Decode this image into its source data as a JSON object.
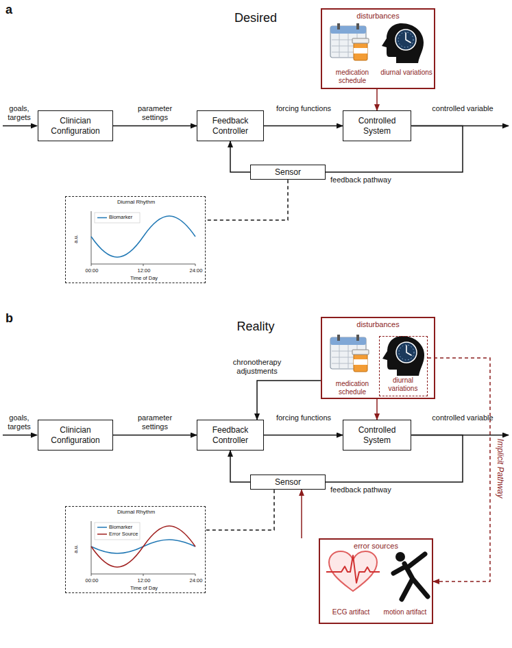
{
  "diagram": {
    "nodes": [
      {
        "text": [
          "Clinician Configuration"
        ]
      },
      {
        "text": [
          "Feedback Controller"
        ]
      },
      {
        "text": [
          "Controlled System"
        ]
      },
      {
        "text": [
          "Sensor"
        ]
      },
      {
        "text": [
          "disturbances",
          "medication schedule",
          "diurnal variations"
        ]
      },
      {
        "text": [
          "Diurnal Rhythm",
          "a.u.",
          "00:00",
          "12:00",
          "24:00",
          "Time of Day"
        ]
      },
      {
        "text": [
          "Clinician Configuration"
        ]
      },
      {
        "text": [
          "Feedback Controller"
        ]
      },
      {
        "text": [
          "Controlled System"
        ]
      },
      {
        "text": [
          "Sensor"
        ]
      },
      {
        "text": [
          "disturbances",
          "medication schedule"
        ]
      },
      {
        "text": [
          "diurnal variations"
        ],
        "in": 10
      },
      {
        "text": [
          "Diurnal Rhythm",
          "a.u.",
          "00:00",
          "12:00",
          "24:00",
          "Time of Day"
        ]
      },
      {
        "text": [
          "error sources",
          "ECG artifact",
          "motion artifact"
        ]
      }
    ],
    "edges": [
      {
        "from": 0,
        "to": 1,
        "arrow": "to",
        "label": "parameter settings"
      },
      {
        "from": 1,
        "to": 2,
        "arrow": "to",
        "label": "forcing functions"
      },
      {
        "from": 4,
        "to": 2,
        "arrow": "to"
      },
      {
        "from": 2,
        "to": 3,
        "arrow": "none",
        "label": "feedback pathway"
      },
      {
        "from": 3,
        "to": 1,
        "arrow": "to"
      },
      {
        "from": 3,
        "to": 5,
        "arrow": "none"
      },
      {
        "from": 6,
        "to": 7,
        "arrow": "to",
        "label": "parameter settings"
      },
      {
        "from": 10,
        "to": 7,
        "arrow": "to",
        "label": "chronotherapy adjustments"
      },
      {
        "from": 7,
        "to": 8,
        "arrow": "to",
        "label": "forcing functions"
      },
      {
        "from": 10,
        "to": 8,
        "arrow": "to"
      },
      {
        "from": 8,
        "to": 9,
        "arrow": "none",
        "label": "feedback pathway"
      },
      {
        "from": 9,
        "to": 7,
        "arrow": "to"
      },
      {
        "from": 11,
        "to": 13,
        "arrow": "to",
        "label": "Implicit Pathway"
      },
      {
        "from": 13,
        "to": 9,
        "arrow": "to"
      },
      {
        "from": 9,
        "to": 12,
        "arrow": "none"
      }
    ],
    "labels": [
      "a",
      "Desired",
      "goals, targets",
      "controlled variable",
      "b",
      "Reality",
      "goals, targets",
      "controlled variable"
    ],
    "legend": [
      {
        "text": "Biomarker"
      },
      {
        "text": "Biomarker"
      },
      {
        "text": "Error Source"
      }
    ]
  }
}
